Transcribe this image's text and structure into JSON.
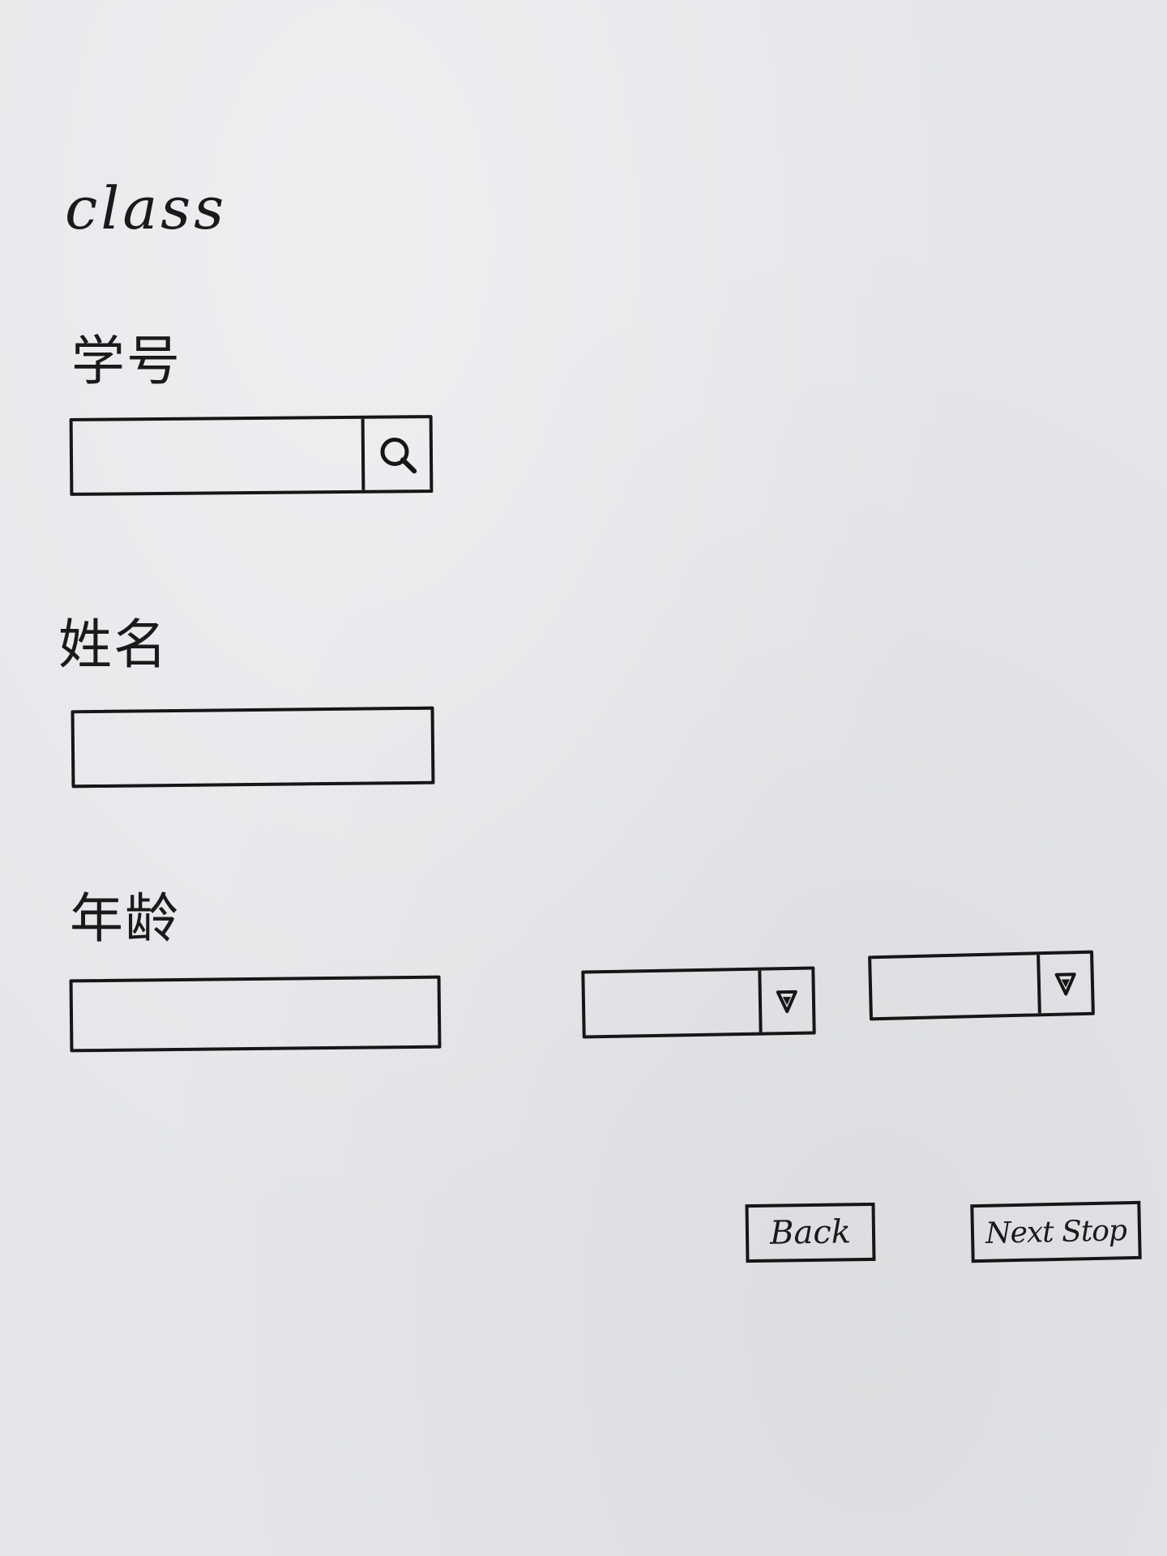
{
  "form": {
    "title": "class",
    "student_id": {
      "label": "学号",
      "value": "",
      "search_icon": "search-icon"
    },
    "name": {
      "label": "姓名",
      "value": ""
    },
    "age": {
      "label": "年龄",
      "value": ""
    },
    "selects": [
      {
        "value": "",
        "icon": "dropdown-triangle-icon"
      },
      {
        "value": "",
        "icon": "dropdown-triangle-icon"
      }
    ]
  },
  "actions": {
    "back_label": "Back",
    "next_label": "Next Stop"
  },
  "colors": {
    "paper": "#e4e6e9",
    "ink": "#161616"
  }
}
